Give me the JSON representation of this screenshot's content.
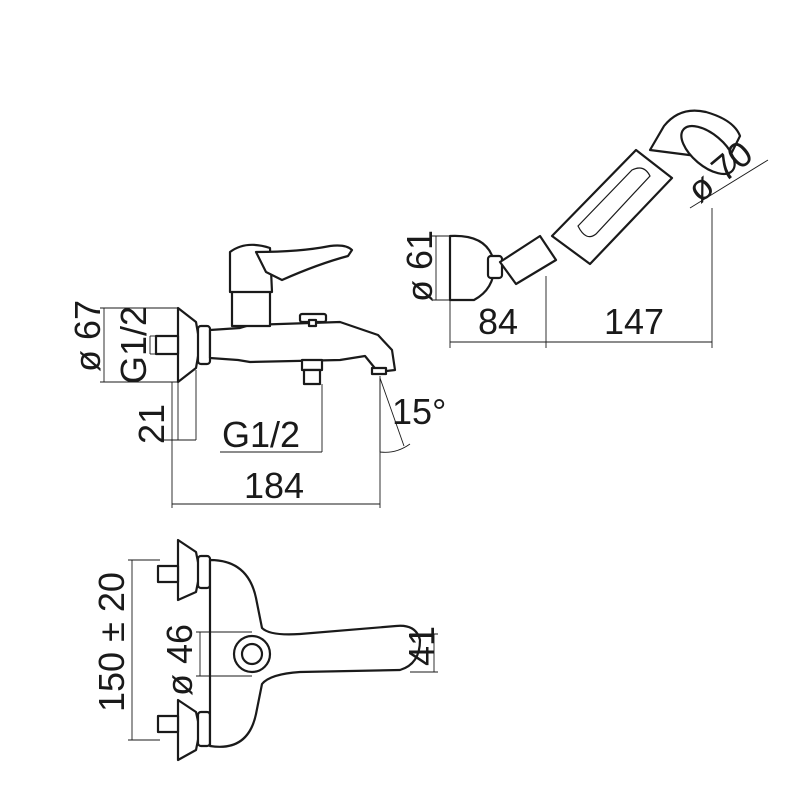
{
  "dimensions": {
    "flange_diameter": "ø 67",
    "inlet_thread": "G1/2",
    "offset": "21",
    "outlet_thread": "G1/2",
    "angle": "15°",
    "body_length": "184",
    "holder_diameter": "ø 61",
    "holder_depth": "84",
    "shower_length": "147",
    "head_diameter": "ø 70",
    "centers": "150 ± 20",
    "lever_diameter": "ø 46",
    "lever_height": "41"
  },
  "colors": {
    "line": "#1a1a1a",
    "background": "#ffffff"
  }
}
